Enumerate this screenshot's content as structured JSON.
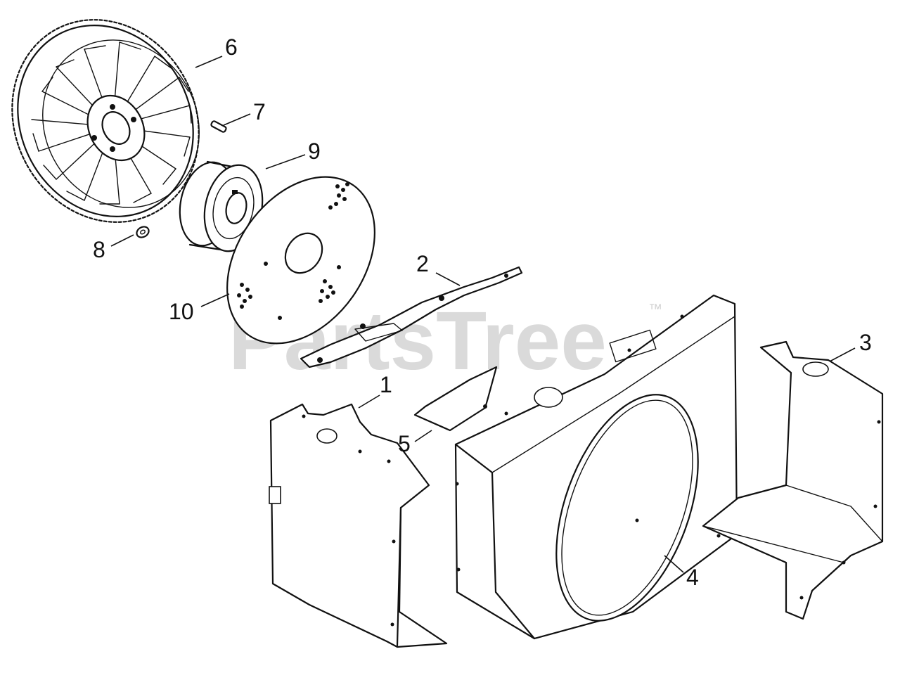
{
  "watermark": {
    "text": "PartsTree",
    "tm": "™"
  },
  "callouts": [
    {
      "id": "1",
      "label": "1"
    },
    {
      "id": "2",
      "label": "2"
    },
    {
      "id": "3",
      "label": "3"
    },
    {
      "id": "4",
      "label": "4"
    },
    {
      "id": "5",
      "label": "5"
    },
    {
      "id": "6",
      "label": "6"
    },
    {
      "id": "7",
      "label": "7"
    },
    {
      "id": "8",
      "label": "8"
    },
    {
      "id": "9",
      "label": "9"
    },
    {
      "id": "10",
      "label": "10"
    }
  ]
}
